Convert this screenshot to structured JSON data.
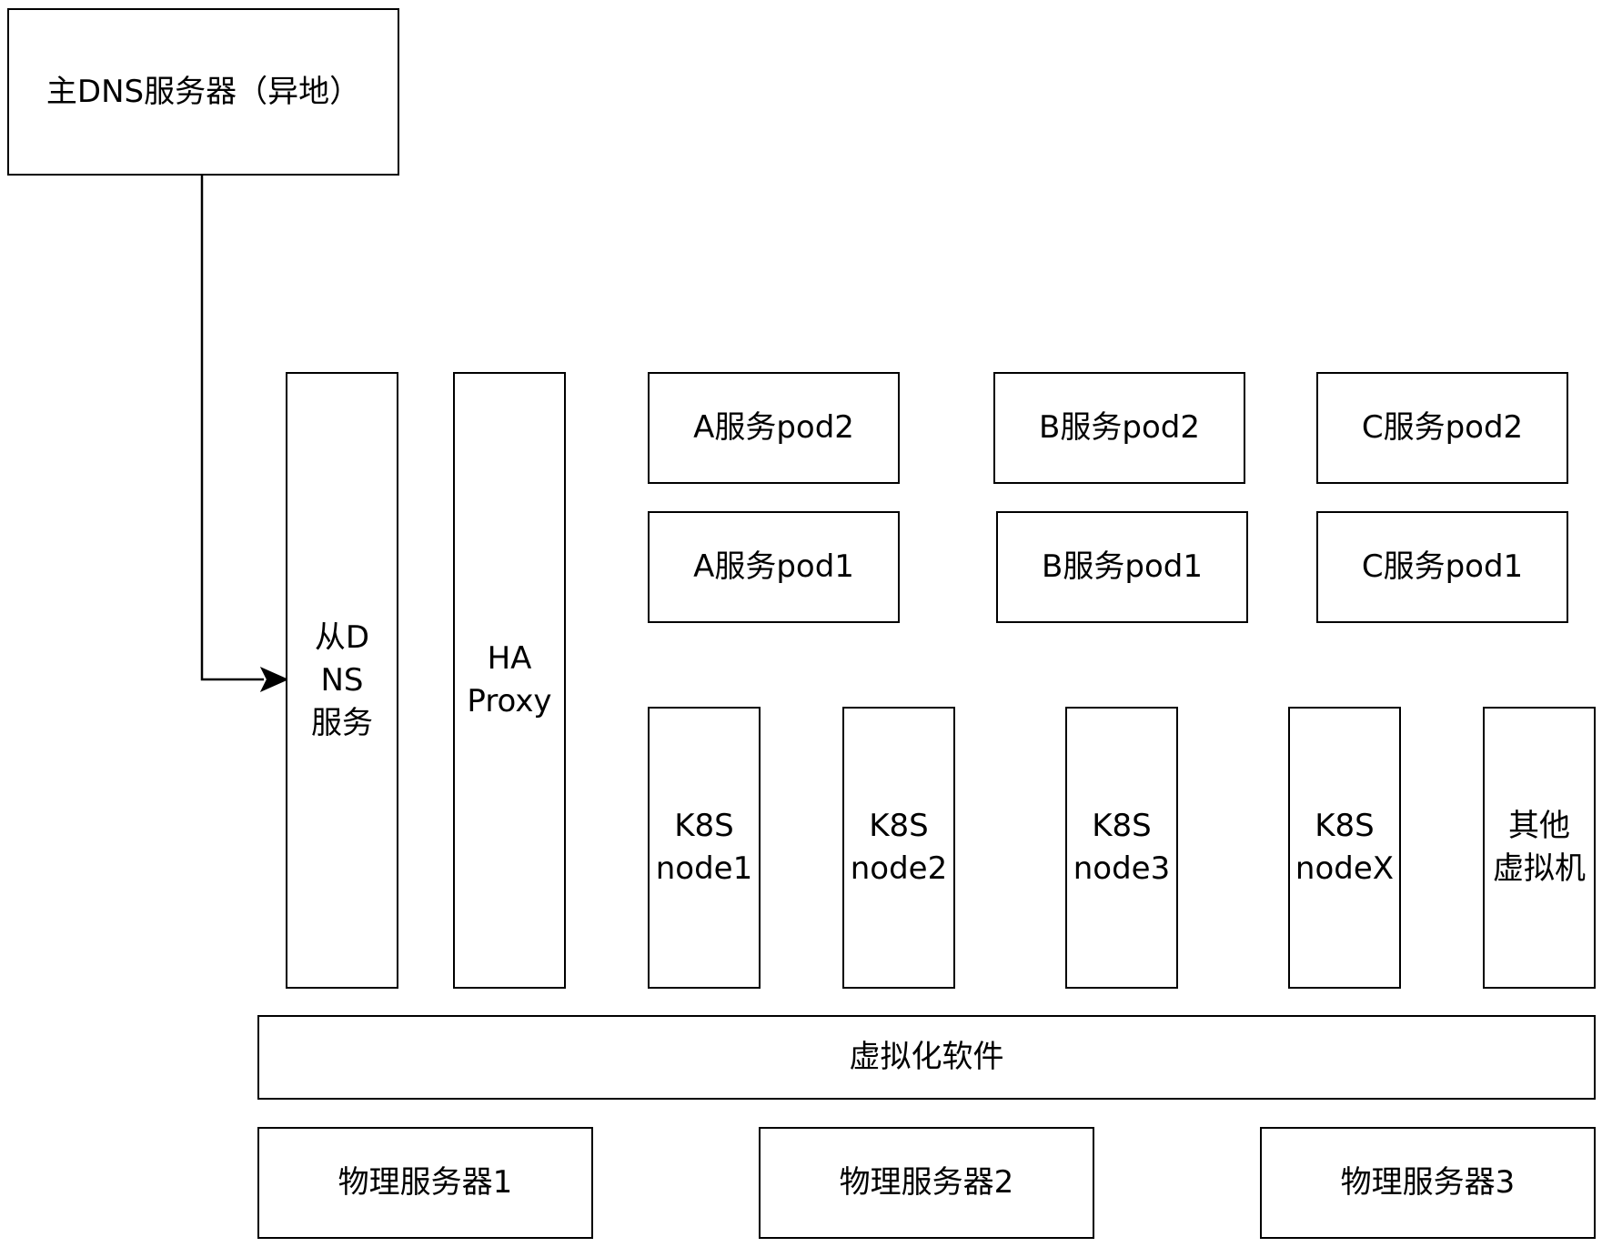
{
  "diagram": {
    "primary_dns": "主DNS服务器（异地）",
    "secondary_dns": "从DNS服务",
    "haproxy": "HA\nProxy",
    "pods": {
      "a2": "A服务pod2",
      "a1": "A服务pod1",
      "b2": "B服务pod2",
      "b1": "B服务pod1",
      "c2": "C服务pod2",
      "c1": "C服务pod1"
    },
    "nodes": {
      "node1": "K8S\nnode1",
      "node2": "K8S\nnode2",
      "node3": "K8S\nnode3",
      "nodex": "K8S\nnodeX",
      "other_vm": "其他\n虚拟机"
    },
    "virtualization": "虚拟化软件",
    "physical_servers": {
      "server1": "物理服务器1",
      "server2": "物理服务器2",
      "server3": "物理服务器3"
    }
  },
  "colors": {
    "stroke": "#000000",
    "fill": "#ffffff",
    "text": "#000000"
  }
}
